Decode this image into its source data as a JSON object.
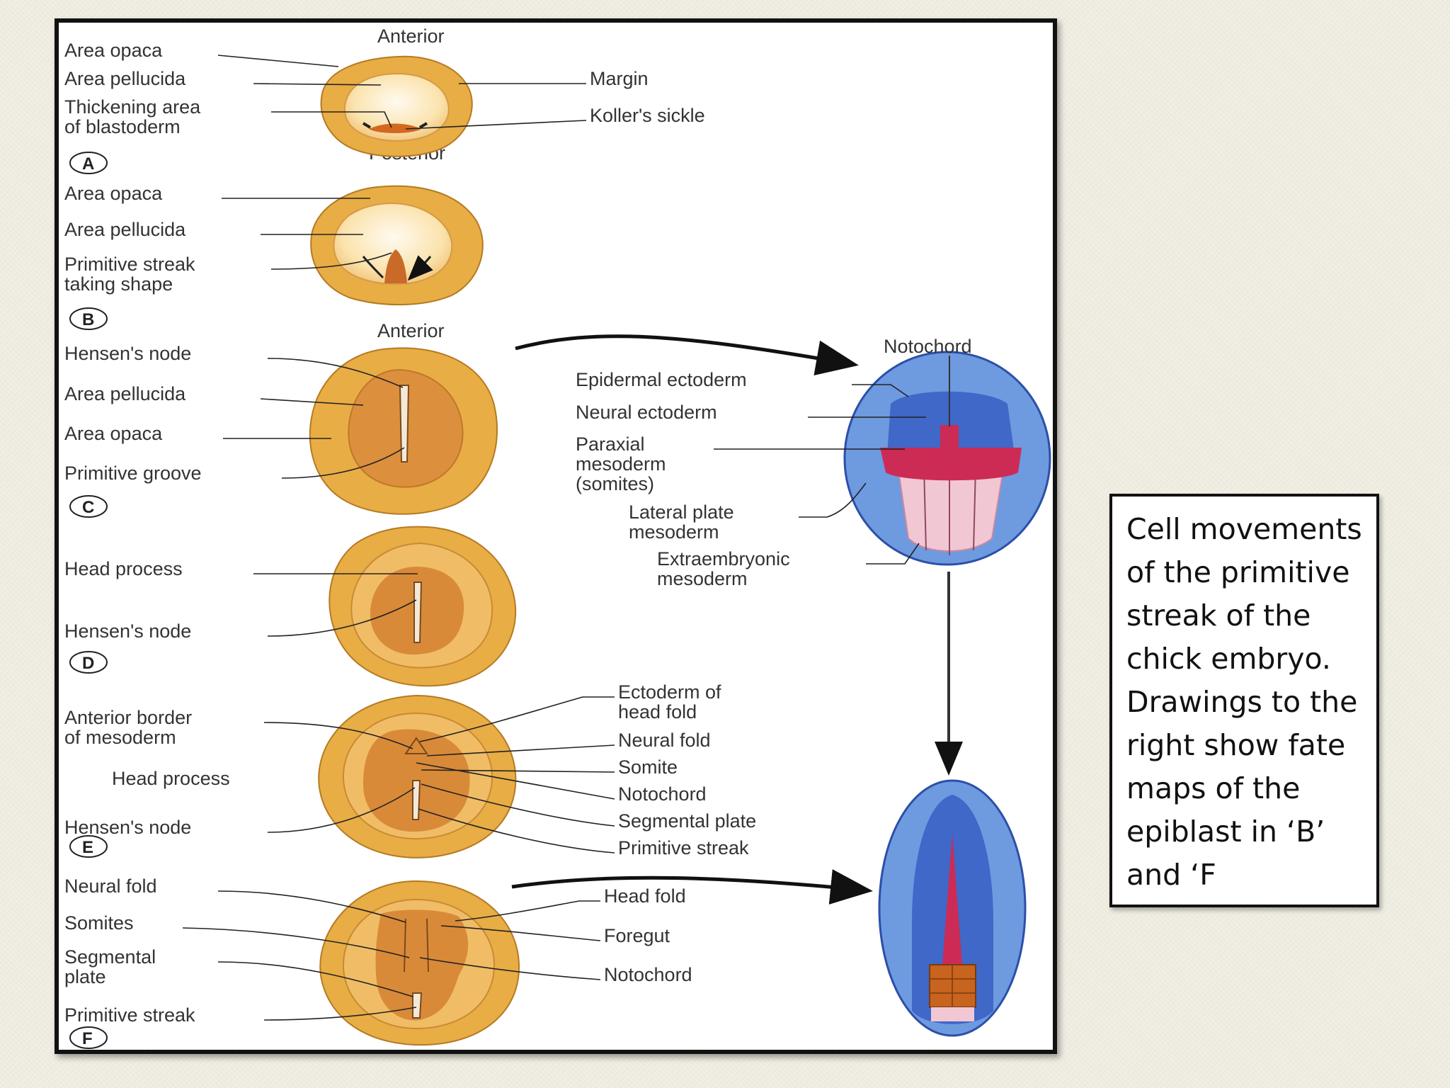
{
  "figure": {
    "orientation": {
      "anterior": "Anterior",
      "posterior": "Posterior"
    },
    "stage_a": {
      "letter": "A",
      "left_labels": [
        "Area opaca",
        "Area pellucida",
        "Thickening area",
        "of blastoderm"
      ],
      "right_labels": [
        "Margin",
        "Koller's sickle"
      ]
    },
    "stage_b": {
      "letter": "B",
      "left_labels": [
        "Area opaca",
        "Area pellucida",
        "Primitive streak",
        "taking shape"
      ]
    },
    "stage_c": {
      "letter": "C",
      "left_labels": [
        "Hensen's node",
        "Area pellucida",
        "Area opaca",
        "Primitive groove"
      ]
    },
    "fate_map_upper": {
      "labels": [
        "Notochord",
        "Epidermal ectoderm",
        "Neural ectoderm",
        "Paraxial",
        "mesoderm",
        "(somites)",
        "Lateral plate",
        "mesoderm",
        "Extraembryonic",
        "mesoderm"
      ]
    },
    "stage_d": {
      "letter": "D",
      "left_labels": [
        "Head process",
        "Hensen's node"
      ]
    },
    "stage_e": {
      "letter": "E",
      "left_labels": [
        "Anterior border",
        "of mesoderm",
        "Head process",
        "Hensen's node"
      ],
      "right_labels": [
        "Ectoderm of",
        "head fold",
        "Neural fold",
        "Somite",
        "Notochord",
        "Segmental plate",
        "Primitive streak"
      ]
    },
    "stage_f": {
      "letter": "F",
      "left_labels": [
        "Neural fold",
        "Somites",
        "Segmental",
        "plate",
        "Primitive streak"
      ],
      "right_labels": [
        "Head fold",
        "Foregut",
        "Notochord"
      ]
    },
    "colors": {
      "area_opaca": "#e8ad45",
      "area_pellucida": "#fbe7b8",
      "embryo_body": "#d98a38",
      "ectoderm_blue": "#6e9ae0",
      "neural_blue": "#3f68c8",
      "paraxial_red": "#cc2b55",
      "lateral_pink": "#f2c7d4"
    }
  },
  "caption": {
    "text": "Cell movements of the primitive streak of the chick embryo. Drawings to the right show fate maps of the epiblast in ‘B’ and ‘F"
  }
}
